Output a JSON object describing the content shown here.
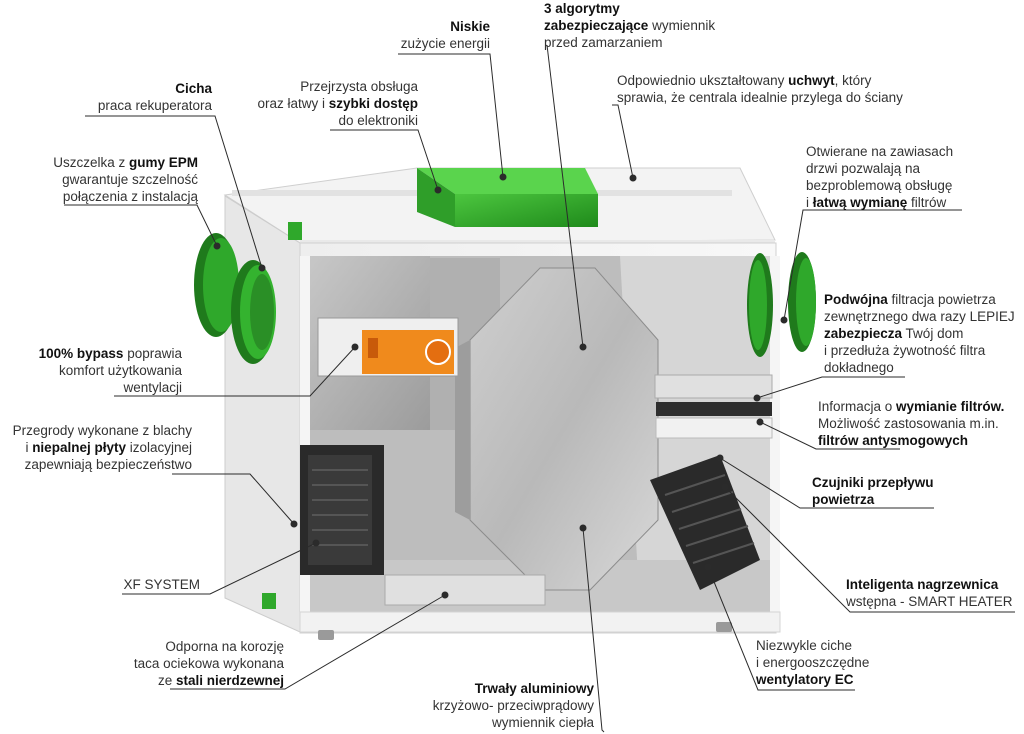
{
  "colors": {
    "accent_green": "#2fa82b",
    "green_dark": "#1f7a1c",
    "bypass_orange": "#f08a1c",
    "leader_line": "#2b2b2b",
    "text": "#333333"
  },
  "labels": [
    {
      "id": "niskie",
      "lines": [
        [
          {
            "t": "Niskie",
            "b": true
          }
        ],
        [
          {
            "t": "zużycie energii"
          }
        ]
      ]
    },
    {
      "id": "algorytmy",
      "lines": [
        [
          {
            "t": "3 algorytmy",
            "b": true
          }
        ],
        [
          {
            "t": "zabezpieczające",
            "b": true
          },
          {
            "t": " wymiennik"
          }
        ],
        [
          {
            "t": "przed zamarzaniem"
          }
        ]
      ]
    },
    {
      "id": "cicha",
      "lines": [
        [
          {
            "t": "Cicha",
            "b": true
          }
        ],
        [
          {
            "t": "praca rekuperatora"
          }
        ]
      ]
    },
    {
      "id": "obsluga",
      "lines": [
        [
          {
            "t": "Przejrzysta obsługa"
          }
        ],
        [
          {
            "t": "oraz łatwy i "
          },
          {
            "t": "szybki dostęp",
            "b": true
          }
        ],
        [
          {
            "t": "do elektroniki"
          }
        ]
      ]
    },
    {
      "id": "uchwyt",
      "lines": [
        [
          {
            "t": "Odpowiednio ukształtowany "
          },
          {
            "t": "uchwyt",
            "b": true
          },
          {
            "t": ", który"
          }
        ],
        [
          {
            "t": "sprawia, że centrala idealnie przylega do ściany"
          }
        ]
      ]
    },
    {
      "id": "uszczelka",
      "lines": [
        [
          {
            "t": "Uszczelka z "
          },
          {
            "t": "gumy EPM",
            "b": true
          }
        ],
        [
          {
            "t": "gwarantuje szczelność"
          }
        ],
        [
          {
            "t": "połączenia z instalacją"
          }
        ]
      ]
    },
    {
      "id": "drzwi",
      "lines": [
        [
          {
            "t": "Otwierane na zawiasach"
          }
        ],
        [
          {
            "t": "drzwi pozwalają na"
          }
        ],
        [
          {
            "t": "bezproblemową obsługę"
          }
        ],
        [
          {
            "t": "i "
          },
          {
            "t": "łatwą wymianę",
            "b": true
          },
          {
            "t": " filtrów"
          }
        ]
      ]
    },
    {
      "id": "filtracja",
      "lines": [
        [
          {
            "t": "Podwójna",
            "b": true
          },
          {
            "t": " filtracja powietrza"
          }
        ],
        [
          {
            "t": "zewnętrznego dwa razy LEPIEJ"
          }
        ],
        [
          {
            "t": "zabezpiecza",
            "b": true
          },
          {
            "t": " Twój dom"
          }
        ],
        [
          {
            "t": "i przedłuża żywotność filtra"
          }
        ],
        [
          {
            "t": "dokładnego"
          }
        ]
      ]
    },
    {
      "id": "bypass",
      "lines": [
        [
          {
            "t": "100% bypass",
            "b": true
          },
          {
            "t": " poprawia"
          }
        ],
        [
          {
            "t": "komfort użytkowania"
          }
        ],
        [
          {
            "t": "wentylacji"
          }
        ]
      ]
    },
    {
      "id": "informacja",
      "lines": [
        [
          {
            "t": "Informacja o "
          },
          {
            "t": "wymianie filtrów.",
            "b": true
          }
        ],
        [
          {
            "t": "Możliwość zastosowania m.in."
          }
        ],
        [
          {
            "t": "filtrów antysmogowych",
            "b": true
          }
        ]
      ]
    },
    {
      "id": "przegrody",
      "lines": [
        [
          {
            "t": "Przegrody wykonane z blachy"
          }
        ],
        [
          {
            "t": "i "
          },
          {
            "t": "niepalnej płyty",
            "b": true
          },
          {
            "t": " izolacyjnej"
          }
        ],
        [
          {
            "t": "zapewniają bezpieczeństwo"
          }
        ]
      ]
    },
    {
      "id": "czujniki",
      "lines": [
        [
          {
            "t": "Czujniki przepływu",
            "b": true
          }
        ],
        [
          {
            "t": "powietrza",
            "b": true
          }
        ]
      ]
    },
    {
      "id": "xf",
      "lines": [
        [
          {
            "t": "XF SYSTEM"
          }
        ]
      ]
    },
    {
      "id": "nagrzewnica",
      "lines": [
        [
          {
            "t": "Inteligenta nagrzewnica",
            "b": true
          }
        ],
        [
          {
            "t": "wstępna - SMART HEATER"
          }
        ]
      ]
    },
    {
      "id": "taca",
      "lines": [
        [
          {
            "t": "Odporna na korozję"
          }
        ],
        [
          {
            "t": "taca ociekowa wykonana"
          }
        ],
        [
          {
            "t": "ze "
          },
          {
            "t": "stali nierdzewnej",
            "b": true
          }
        ]
      ]
    },
    {
      "id": "wentylatory",
      "lines": [
        [
          {
            "t": "Niezwykle ciche"
          }
        ],
        [
          {
            "t": "i energooszczędne"
          }
        ],
        [
          {
            "t": "wentylatory EC",
            "b": true
          }
        ]
      ]
    },
    {
      "id": "wymiennik",
      "lines": [
        [
          {
            "t": "Trwały aluminiowy",
            "b": true
          }
        ],
        [
          {
            "t": "krzyżowo- przeciwprądowy"
          }
        ],
        [
          {
            "t": "wymiennik ciepła"
          }
        ]
      ]
    }
  ]
}
